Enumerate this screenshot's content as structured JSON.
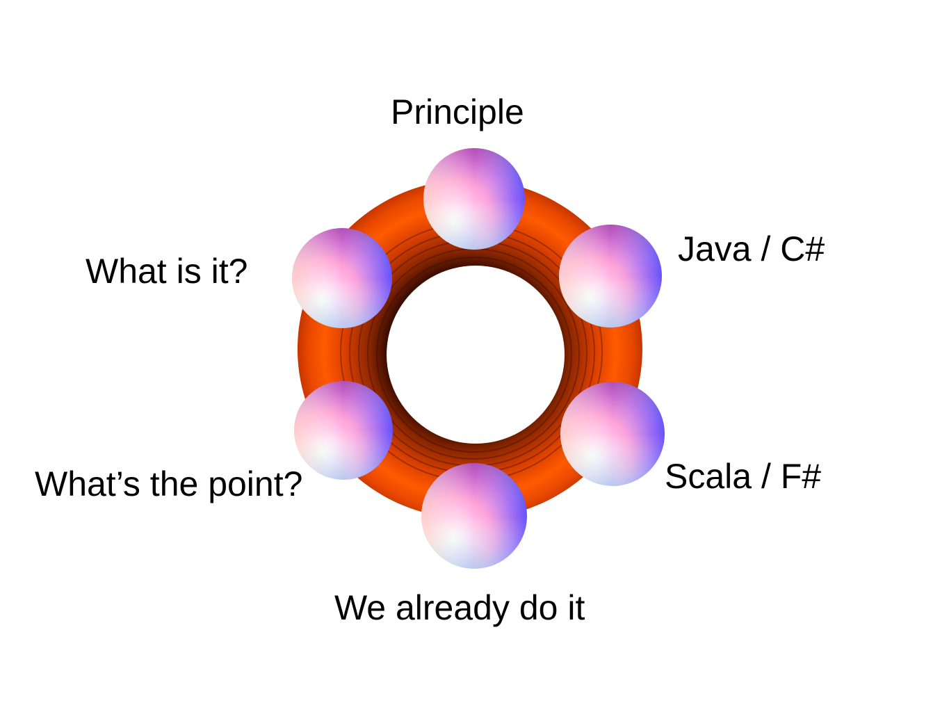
{
  "diagram": {
    "nodes": [
      {
        "id": "principle",
        "label": "Principle"
      },
      {
        "id": "java-csharp",
        "label": "Java / C#"
      },
      {
        "id": "scala-fsharp",
        "label": "Scala / F#"
      },
      {
        "id": "we-already-do-it",
        "label": "We already do it"
      },
      {
        "id": "whats-the-point",
        "label": "What’s the point?"
      },
      {
        "id": "what-is-it",
        "label": "What is it?"
      }
    ],
    "colors": {
      "ring_light": "#ff5a00",
      "ring_mid": "#e04100",
      "ring_dark": "#5a1400",
      "sphere_pink": "#ff9ad8",
      "sphere_violet": "#9a5cff",
      "sphere_blue": "#4a5cff",
      "sphere_cyan": "#c8f4ff",
      "sphere_cream": "#fff0c8",
      "text": "#000000",
      "background": "#ffffff"
    }
  }
}
